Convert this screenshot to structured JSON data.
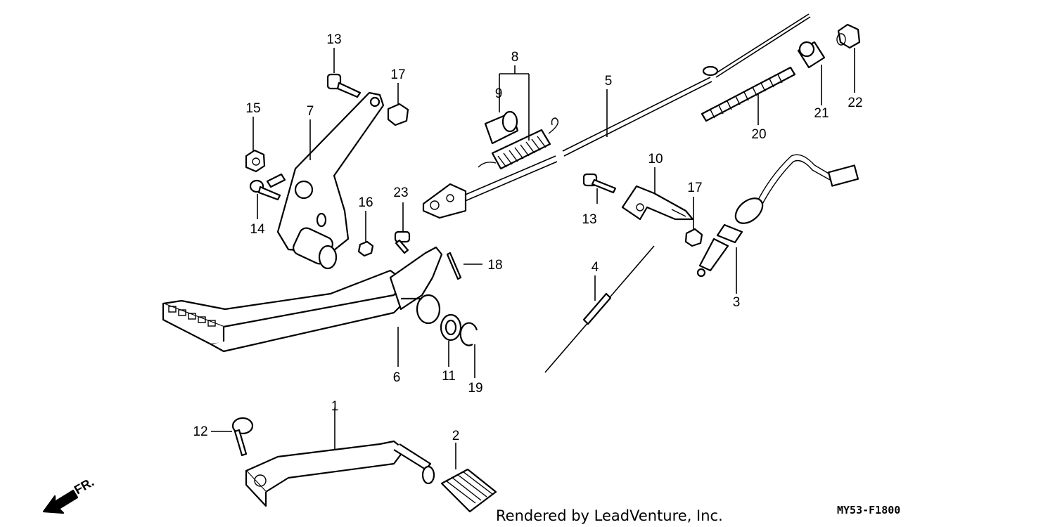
{
  "callouts": [
    "1",
    "2",
    "3",
    "4",
    "5",
    "6",
    "7",
    "8",
    "9",
    "10",
    "11",
    "12",
    "13",
    "13",
    "14",
    "15",
    "16",
    "17",
    "17",
    "18",
    "19",
    "20",
    "21",
    "22",
    "23"
  ],
  "footer": {
    "credit": "Rendered by LeadVenture, Inc.",
    "code": "MY53-F1800"
  },
  "direction": {
    "label": "FR.",
    "icon": "arrow-left-down-icon"
  }
}
